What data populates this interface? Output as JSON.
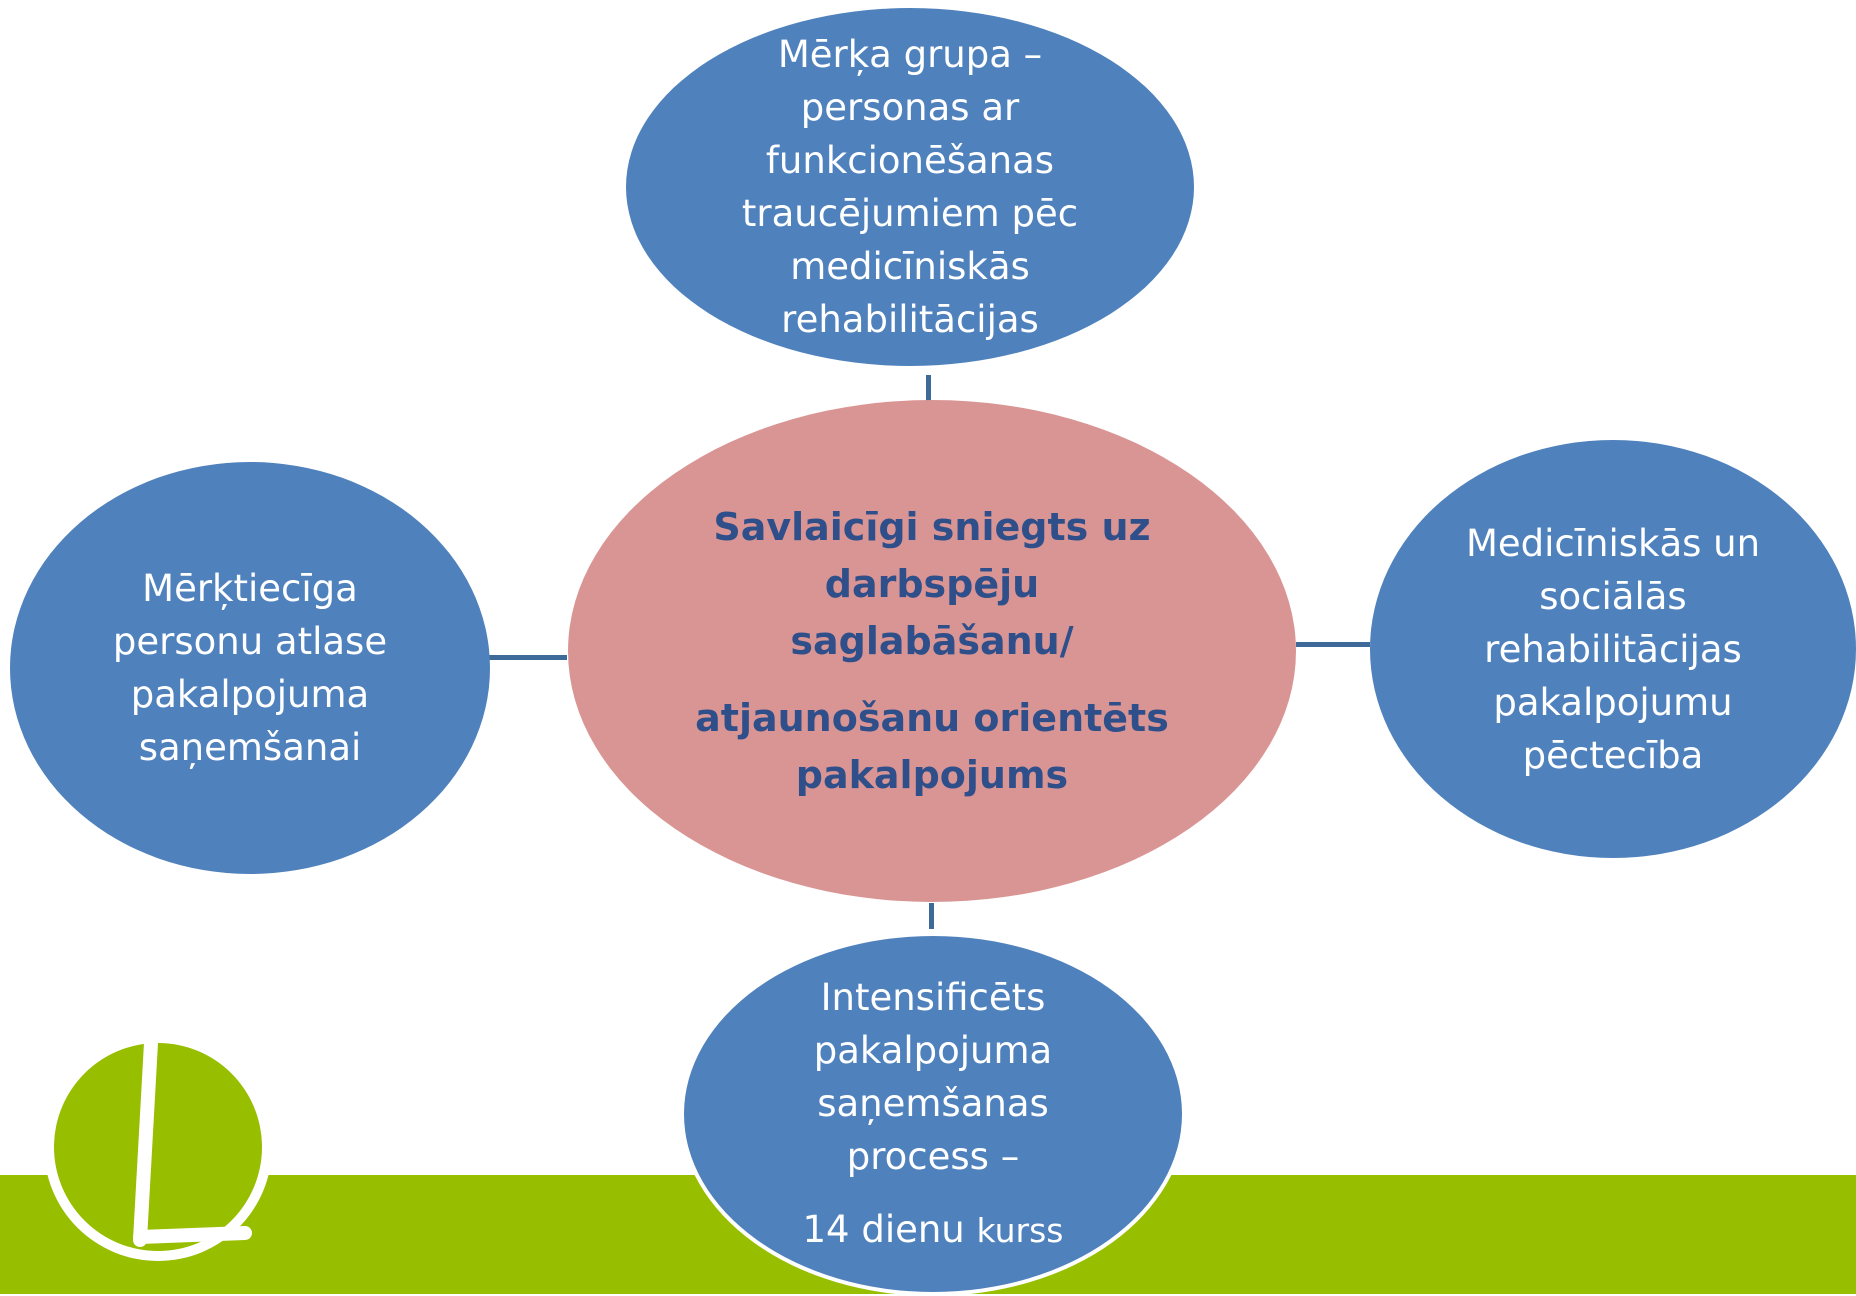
{
  "center": {
    "lines_a": [
      "Savlaicīgi sniegts uz",
      "darbspēju",
      "saglabāšanu/"
    ],
    "lines_b": [
      "atjaunošanu orientēts",
      "pakalpojums"
    ]
  },
  "top": {
    "lines": [
      "Mērķa grupa –",
      "personas ar",
      "funkcionēšanas",
      "traucējumiem pēc",
      "medicīniskās",
      "rehabilitācijas"
    ]
  },
  "left": {
    "lines": [
      "Mērķtiecīga",
      "personu atlase",
      "pakalpojuma",
      "saņemšanai"
    ]
  },
  "right": {
    "lines": [
      "Medicīniskās un",
      "sociālās",
      "rehabilitācijas",
      "pakalpojumu",
      "pēctecība"
    ]
  },
  "bottom": {
    "lines": [
      "Intensificēts",
      "pakalpojuma",
      "saņemšanas",
      "process –"
    ],
    "duration": "14 dienu",
    "duration_unit": "kurss"
  },
  "colors": {
    "satellite_fill": "#4f81bd",
    "center_fill": "#d99594",
    "center_text": "#2f4f8a",
    "connector": "#3e6a99",
    "bar": "#98be00"
  },
  "icons": {
    "logo": "green-circle-logo"
  }
}
